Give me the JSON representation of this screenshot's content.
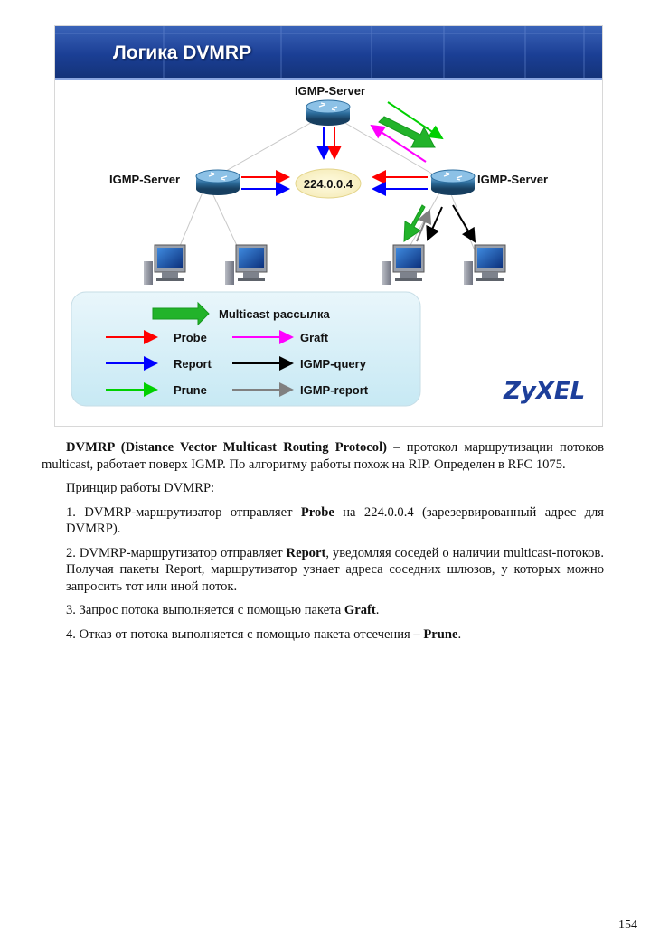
{
  "slide": {
    "title": "Логика DVMRP",
    "diagram": {
      "server_top": "IGMP-Server",
      "server_left": "IGMP-Server",
      "server_right": "IGMP-Server",
      "multicast_address": "224.0.0.4"
    },
    "legend": {
      "multicast": "Multicast рассылка",
      "probe": "Probe",
      "graft": "Graft",
      "report": "Report",
      "igmp_query": "IGMP-query",
      "prune": "Prune",
      "igmp_report": "IGMP-report"
    },
    "brand": "ZyXEL",
    "colors": {
      "probe": "#ff0000",
      "report": "#0000ff",
      "prune": "#00d000",
      "graft": "#ff00ff",
      "igmp_query": "#000000",
      "igmp_report": "#808080",
      "multicast": "#22b32a"
    }
  },
  "text": {
    "intro_term": "DVMRP (Distance Vector Multicast Routing Protocol)",
    "intro_rest": " – протокол маршрутизации потоков multicast, работает поверх IGMP. По алгоритму работы похож на RIP. Определен в RFC 1075.",
    "principle": "Принцир работы DVMRP:",
    "step1_pre": "1. DVMRP-маршрутизатор отправляет ",
    "step1_bold": "Probe",
    "step1_post": " на 224.0.0.4 (зарезервированный адрес для DVMRP).",
    "step2_pre": "2. DVMRP-маршрутизатор отправляет ",
    "step2_bold": "Report",
    "step2_post": ", уведомляя соседей о наличии multicast-потоков. Получая пакеты Report, маршрутизатор узнает адреса соседних шлюзов, у которых можно запросить тот или иной поток.",
    "step3_pre": "3. Запрос потока выполняется с помощью пакета ",
    "step3_bold": "Graft",
    "step3_post": ".",
    "step4_pre": "4. Отказ от потока выполняется с помощью пакета отсечения – ",
    "step4_bold": "Prune",
    "step4_post": "."
  },
  "page_number": "154"
}
